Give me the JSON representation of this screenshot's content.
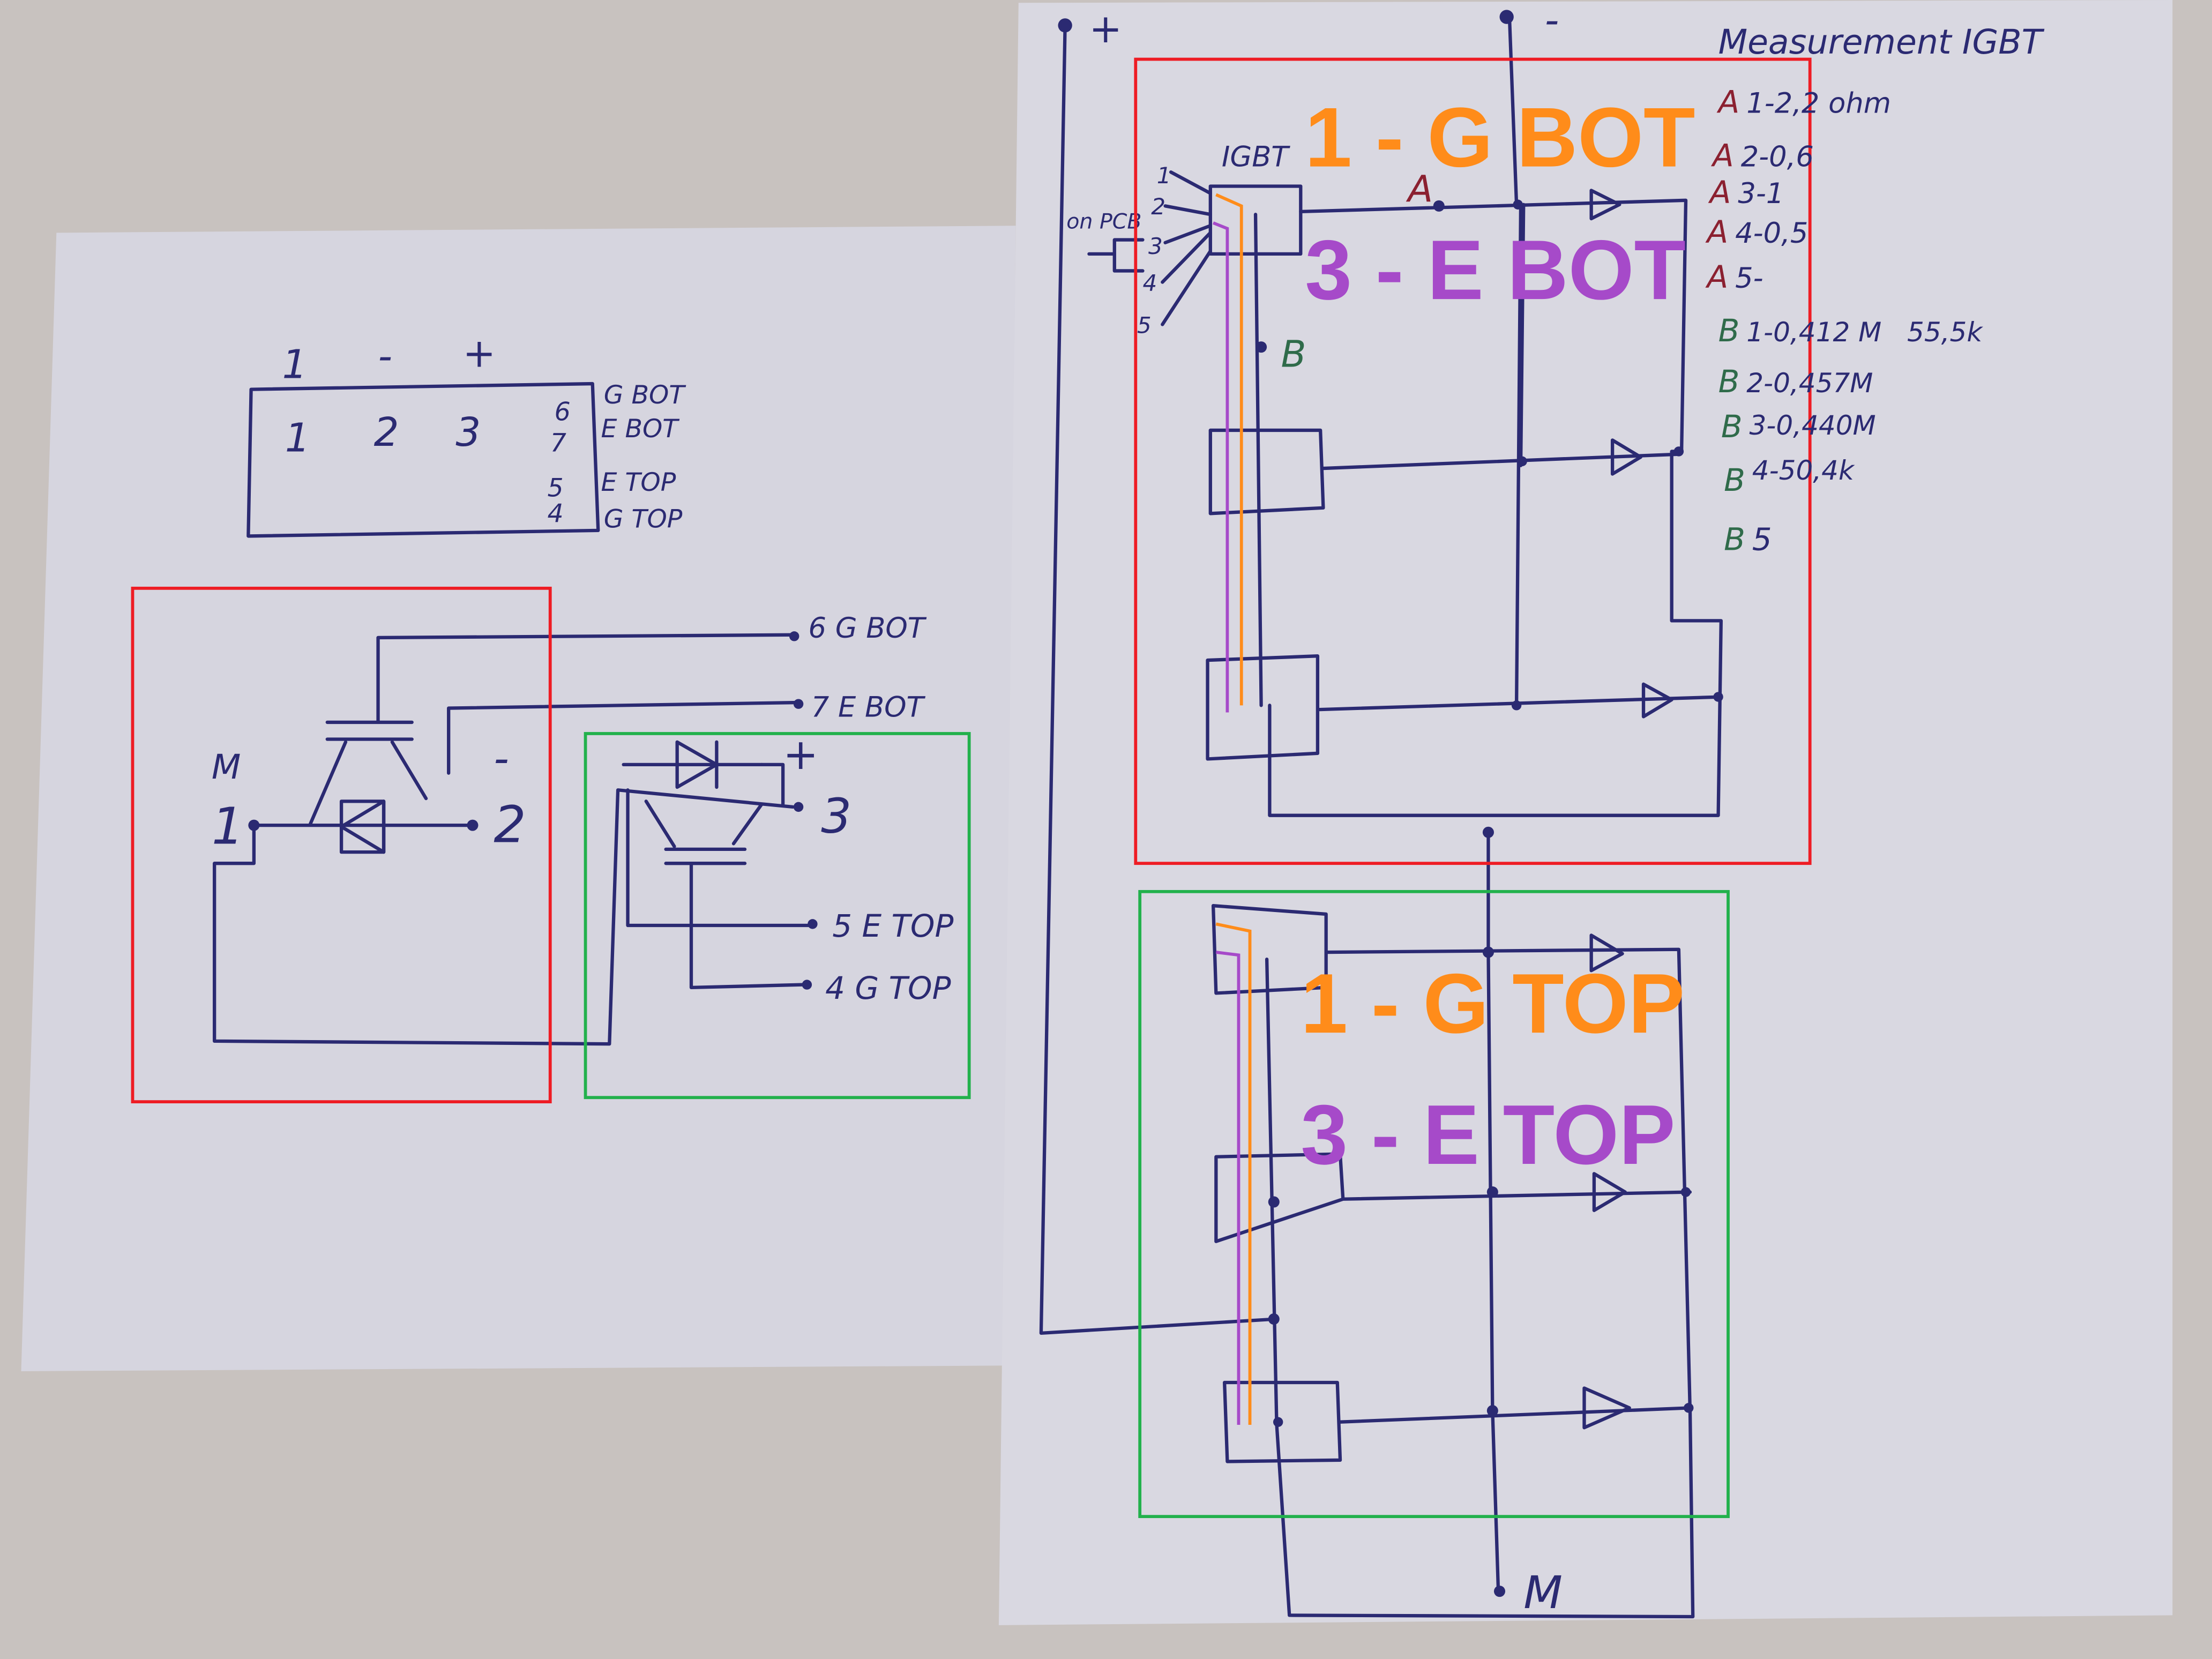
{
  "colors": {
    "ink": "#2b2a72",
    "highlight_gate": "#ff8c1a",
    "highlight_emitter": "#a64ac9",
    "box_bottom": "#ee1c24",
    "box_top": "#22b14c",
    "label_a": "#8b2030",
    "label_b": "#2f6b4a"
  },
  "left_sheet": {
    "header_terminals": [
      "1",
      "-",
      "+"
    ],
    "module_pins": [
      "1",
      "2",
      "3"
    ],
    "side_pins": [
      {
        "num": "6",
        "label": "G BOT"
      },
      {
        "num": "7",
        "label": "E BOT"
      },
      {
        "num": "5",
        "label": "E TOP"
      },
      {
        "num": "4",
        "label": "G TOP"
      }
    ],
    "schematic": {
      "terminal_m": "M",
      "terminal_1": "1",
      "terminal_minus": "-",
      "terminal_2": "2",
      "terminal_plus": "+",
      "terminal_3": "3",
      "gate_bot": "6 G BOT",
      "emitter_bot": "7 E BOT",
      "emitter_top": "5 E TOP",
      "gate_top": "4 G TOP"
    }
  },
  "right_sheet": {
    "title": "Measurement IGBT",
    "plus_label": "+",
    "minus_label": "-",
    "m_label": "M",
    "igbt_label": "IGBT",
    "on_pcb_label": "on PCB",
    "pin_labels": [
      "1",
      "2",
      "3",
      "4",
      "5"
    ],
    "point_a": "A",
    "point_b": "B",
    "overlay_bottom": {
      "gate": "1 - G BOT",
      "emitter": "3 - E BOT"
    },
    "overlay_top": {
      "gate": "1 - G TOP",
      "emitter": "3 - E TOP"
    },
    "measurements_a": [
      {
        "id": "A",
        "text": "1-2,2 ohm"
      },
      {
        "id": "A",
        "text": "2-0,6"
      },
      {
        "id": "A",
        "text": "3-1"
      },
      {
        "id": "A",
        "text": "4-0,5"
      },
      {
        "id": "A",
        "text": "5-"
      }
    ],
    "measurements_b": [
      {
        "id": "B",
        "text": "1-0,412 M   55,5k"
      },
      {
        "id": "B",
        "text": "2-0,457M"
      },
      {
        "id": "B",
        "text": "3-0,440M"
      },
      {
        "id": "B",
        "text": "4-50,4k"
      },
      {
        "id": "B",
        "text": "5"
      }
    ]
  }
}
